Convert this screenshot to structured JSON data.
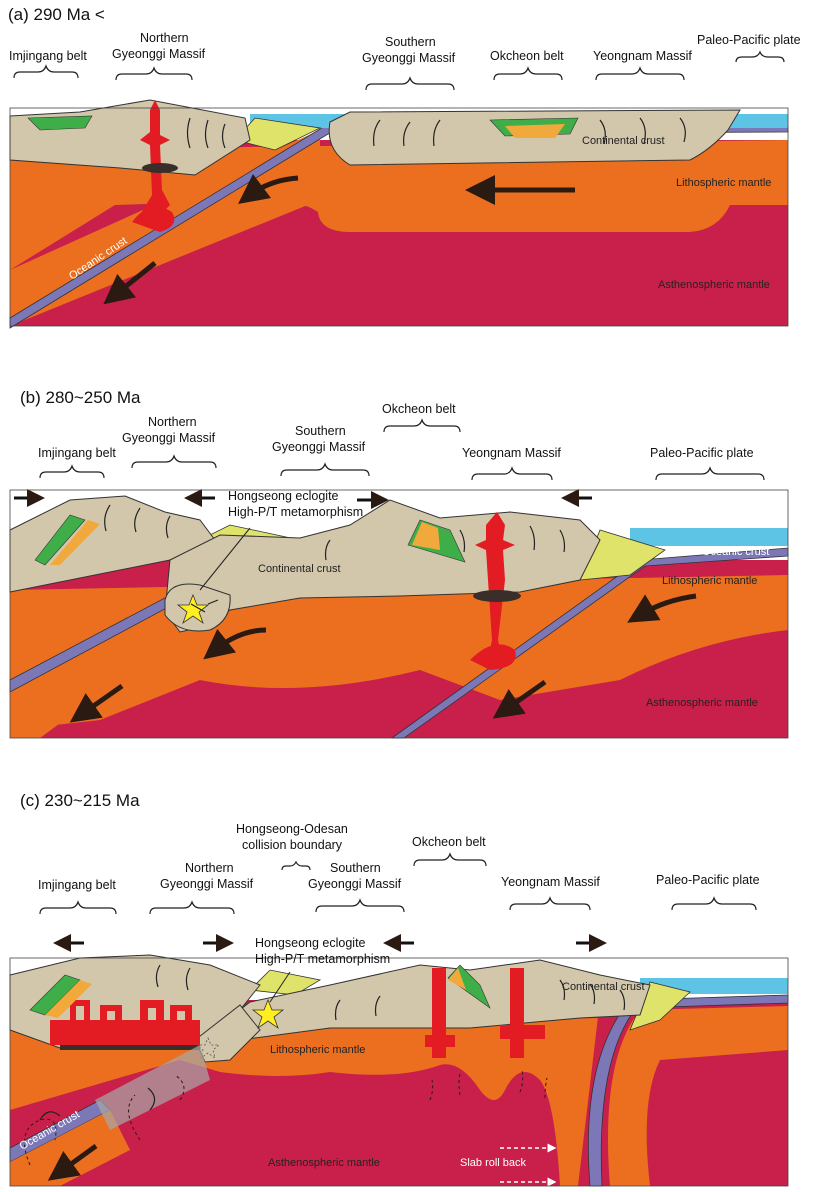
{
  "panel_a": {
    "title": "(a) 290 Ma <",
    "imjingang": "Imjingang belt",
    "ngm_1": "Northern",
    "ngm_2": "Gyeonggi Massif",
    "sgm_1": "Southern",
    "sgm_2": "Gyeonggi Massif",
    "okcheon": "Okcheon belt",
    "yeongnam": "Yeongnam Massif",
    "paleo": "Paleo-Pacific plate",
    "continental": "Continental crust",
    "lithospheric": "Lithospheric mantle",
    "asthenospheric": "Asthenospheric mantle",
    "oceanic": "Oceanic crust"
  },
  "panel_b": {
    "title": "(b) 280~250 Ma",
    "imjingang": "Imjingang belt",
    "ngm_1": "Northern",
    "ngm_2": "Gyeonggi Massif",
    "sgm_1": "Southern",
    "sgm_2": "Gyeonggi Massif",
    "okcheon": "Okcheon belt",
    "yeongnam": "Yeongnam Massif",
    "paleo": "Paleo-Pacific plate",
    "eclogite_1": "Hongseong eclogite",
    "eclogite_2": "High-P/T metamorphism",
    "continental": "Continental crust",
    "lithospheric": "Lithospheric mantle",
    "asthenospheric": "Asthenospheric mantle",
    "oceanic": "Oceanic crust"
  },
  "panel_c": {
    "title": "(c) 230~215 Ma",
    "collision_1": "Hongseong-Odesan",
    "collision_2": "collision boundary",
    "okcheon": "Okcheon belt",
    "imjingang": "Imjingang belt",
    "ngm_1": "Northern",
    "ngm_2": "Gyeonggi Massif",
    "sgm_1": "Southern",
    "sgm_2": "Gyeonggi Massif",
    "yeongnam": "Yeongnam Massif",
    "paleo": "Paleo-Pacific plate",
    "eclogite_1": "Hongseong eclogite",
    "eclogite_2": "High-P/T metamorphism",
    "continental": "Continental crust",
    "lithospheric": "Lithospheric mantle",
    "asthenospheric": "Asthenospheric mantle",
    "oceanic": "Oceanic crust",
    "rollback": "Slab roll back"
  },
  "colors": {
    "asthenosphere": "#c8204a",
    "lithosphere": "#ec6f1f",
    "crust": "#d2c6ab",
    "oceanic_crust": "#7c78b8",
    "sea": "#5ec4e6",
    "sediment": "#dfe36a",
    "magma": "#e31b23",
    "strata_green": "#3fae49",
    "strata_orange": "#f2a93b",
    "strata_brown": "#8b5a2b",
    "star": "#ffef20"
  }
}
